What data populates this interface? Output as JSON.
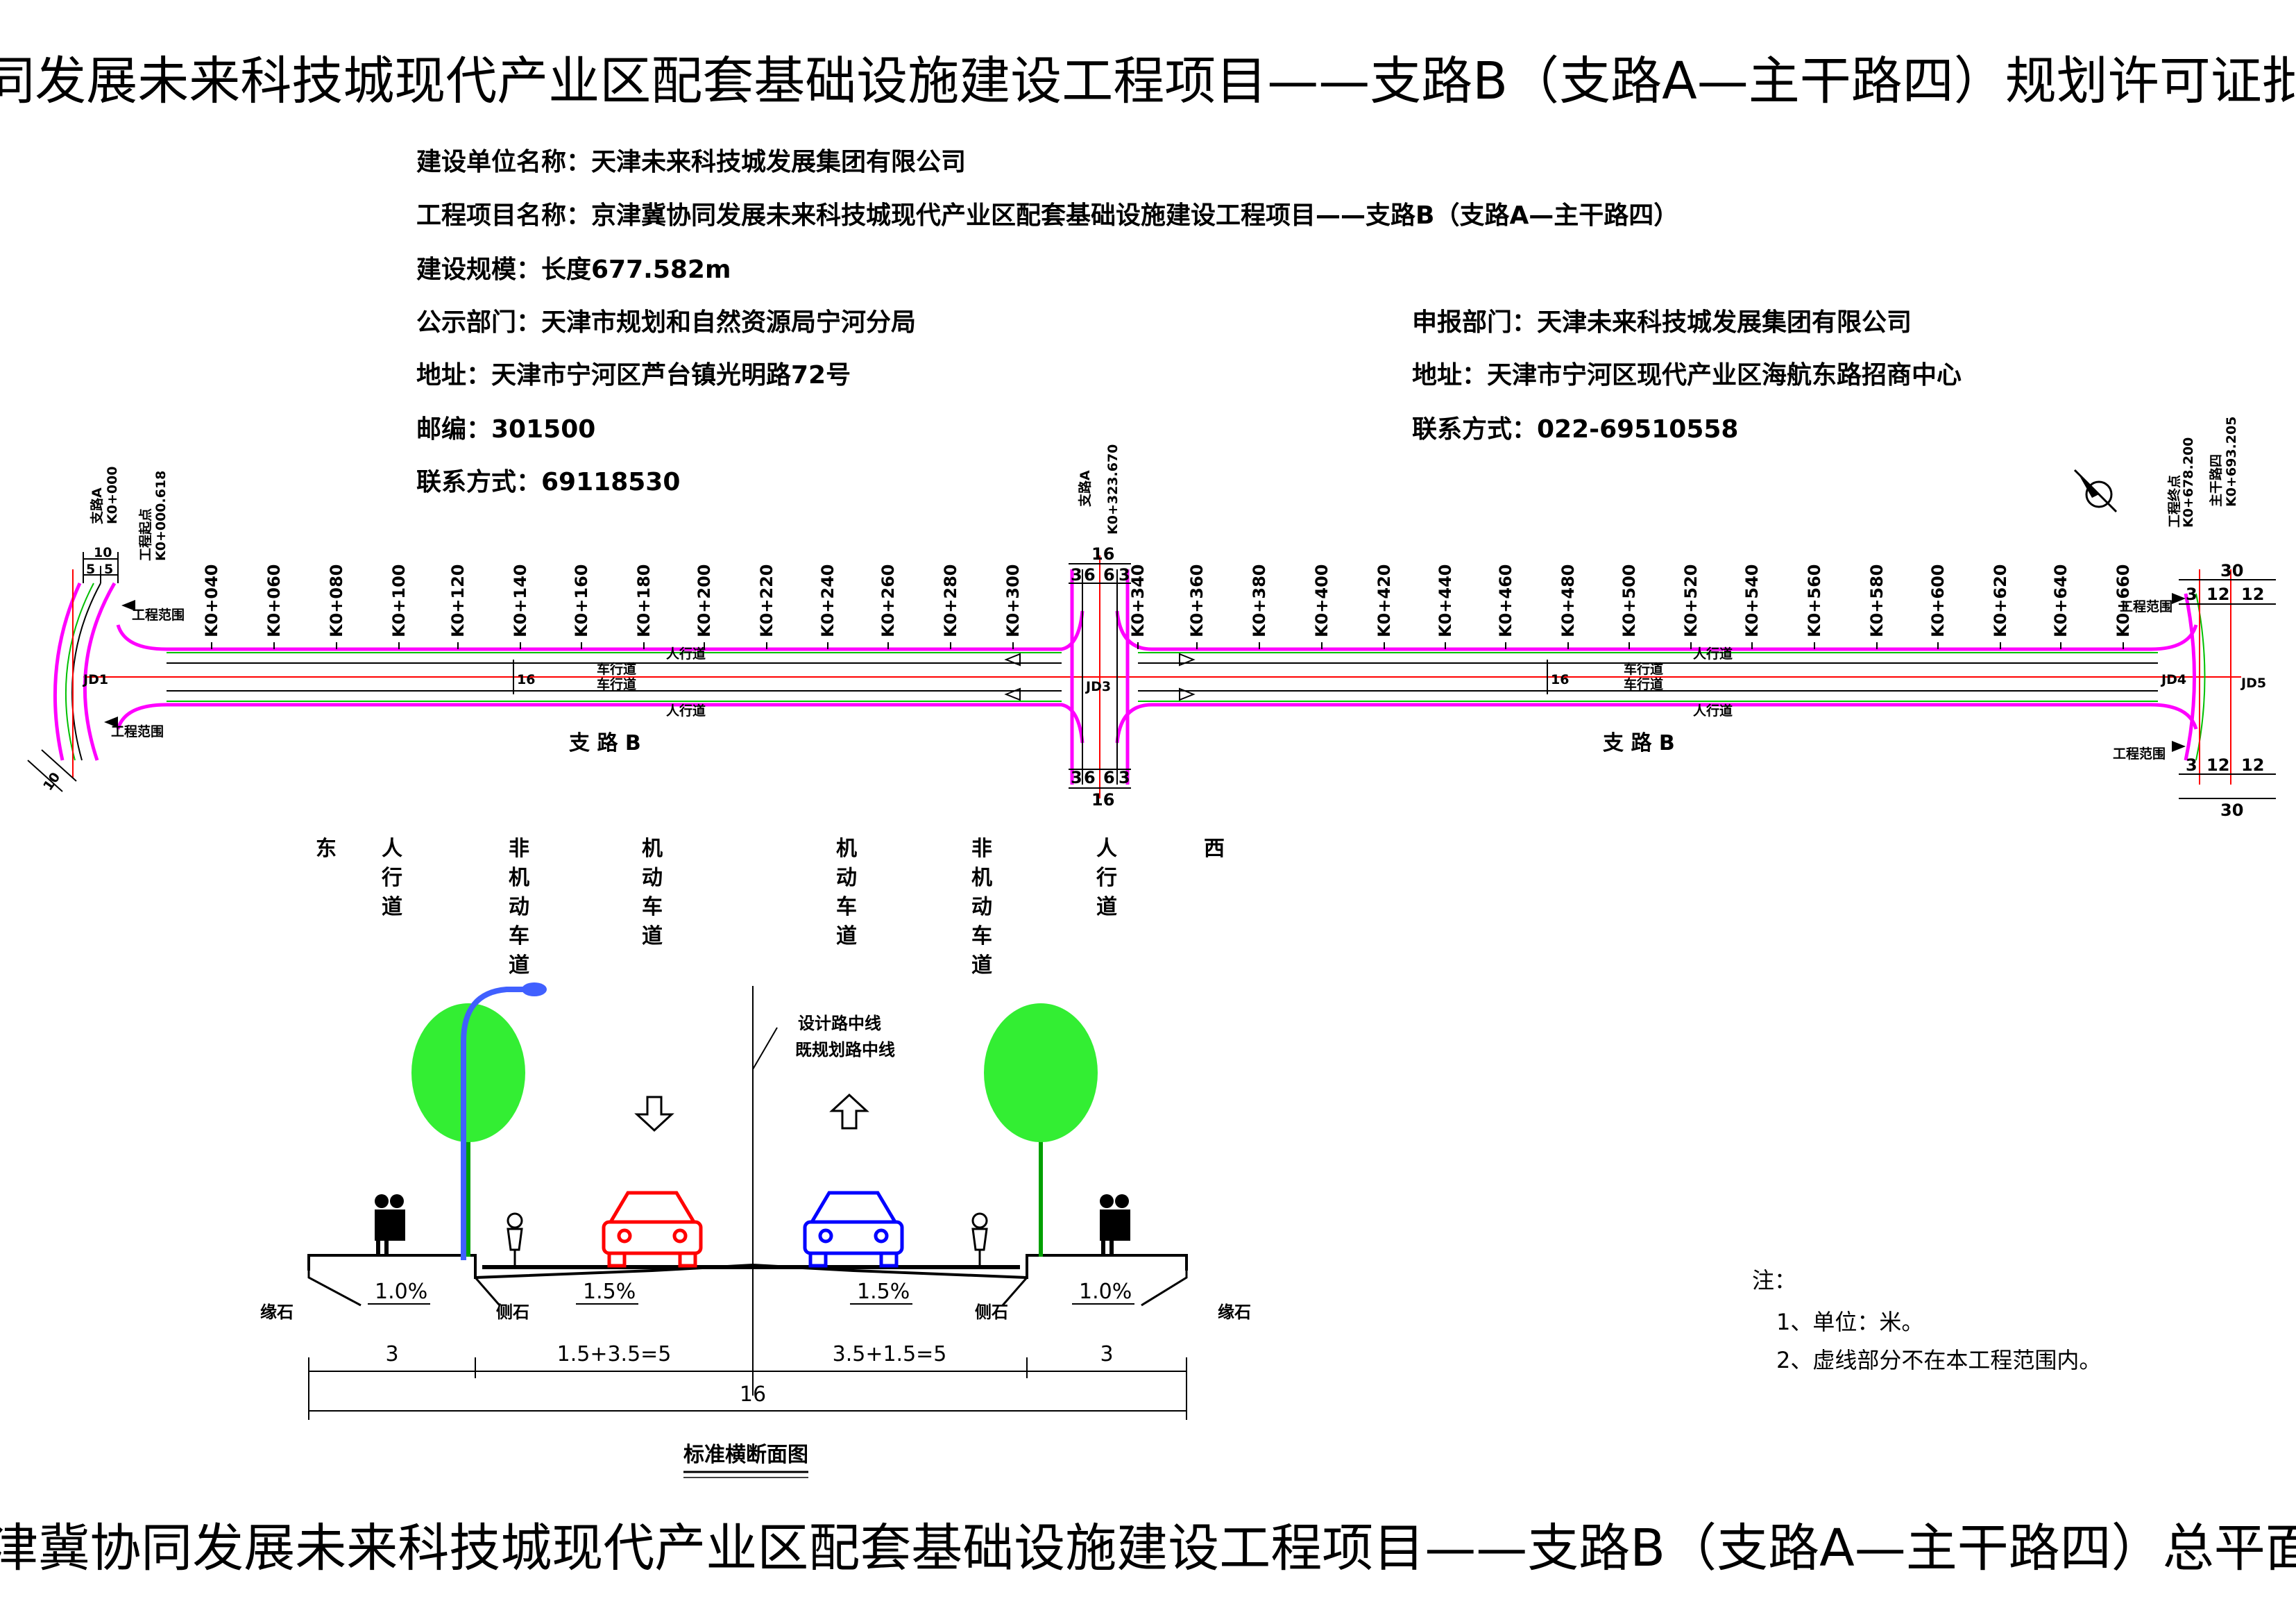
{
  "title_top": "京津冀协同发展未来科技城现代产业区配套基础设施建设工程项目——支路B（支路A—主干路四）规划许可证批前公示图",
  "title_bottom": "京津冀协同发展未来科技城现代产业区配套基础设施建设工程项目——支路B（支路A—主干路四）总平面图",
  "info_left": [
    "建设单位名称：天津未来科技城发展集团有限公司",
    "工程项目名称：京津冀协同发展未来科技城现代产业区配套基础设施建设工程项目——支路B（支路A—主干路四）",
    "建设规模：长度677.582m",
    "公示部门：天津市规划和自然资源局宁河分局",
    "地址：天津市宁河区芦台镇光明路72号",
    "邮编：301500",
    "联系方式：69118530"
  ],
  "info_right": [
    "申报部门：天津未来科技城发展集团有限公司",
    "地址：天津市宁河区现代产业区海航东路招商中心",
    "联系方式：022-69510558"
  ],
  "plan": {
    "stations": [
      "K0+040",
      "K0+060",
      "K0+080",
      "K0+100",
      "K0+120",
      "K0+140",
      "K0+160",
      "K0+180",
      "K0+200",
      "K0+220",
      "K0+240",
      "K0+260",
      "K0+280",
      "K0+300",
      "K0+340",
      "K0+360",
      "K0+380",
      "K0+400",
      "K0+420",
      "K0+440",
      "K0+460",
      "K0+480",
      "K0+500",
      "K0+520",
      "K0+540",
      "K0+560",
      "K0+580",
      "K0+600",
      "K0+620",
      "K0+640",
      "K0+660"
    ],
    "start_road": "支路A",
    "start_station": "K0+000",
    "start_label": "工程起点",
    "start_label_station": "K0+000.618",
    "mid_road": "支路A",
    "mid_station": "K0+323.670",
    "end_label": "工程终点",
    "end_label_station": "K0+678.200",
    "end_road": "主干路四",
    "end_station": "K0+693.205",
    "scope_label": "工程范围",
    "sidewalk_label": "人行道",
    "lane_label": "车行道",
    "road_name": "支 路 B",
    "jd_labels": [
      "JD1",
      "JD3",
      "JD4",
      "JD5"
    ],
    "dims_left": [
      "10",
      "5",
      "5",
      "16"
    ],
    "dims_mid": [
      "16",
      "3",
      "6",
      "6",
      "3"
    ],
    "dims_right": [
      "30",
      "3",
      "12",
      "12"
    ],
    "cs_marks": [
      "3",
      "1.5",
      "3.5",
      "16"
    ]
  },
  "section": {
    "east": "东",
    "west": "西",
    "col_labels": [
      "人行道",
      "非机动车道",
      "机动车道",
      "机动车道",
      "非机动车道",
      "人行道"
    ],
    "centerline_1": "设计路中线",
    "centerline_2": "既规划路中线",
    "slope_left_side": "1.0%",
    "slope_left_road": "1.5%",
    "slope_right_road": "1.5%",
    "slope_right_side": "1.0%",
    "curb_outer": "缘石",
    "curb_inner": "侧石",
    "dim_1": "3",
    "dim_2": "1.5+3.5=5",
    "dim_3": "3.5+1.5=5",
    "dim_4": "3",
    "dim_total": "16",
    "caption": "标准横断面图"
  },
  "notes": {
    "heading": "注：",
    "items": [
      "1、单位：米。",
      "2、虚线部分不在本工程范围内。"
    ]
  },
  "colors": {
    "magenta": "#ff00ff",
    "green": "#00ff00",
    "red": "#ff0000",
    "blue": "#0000ff",
    "car_red": "#ff0000",
    "car_blue": "#0000ff"
  }
}
